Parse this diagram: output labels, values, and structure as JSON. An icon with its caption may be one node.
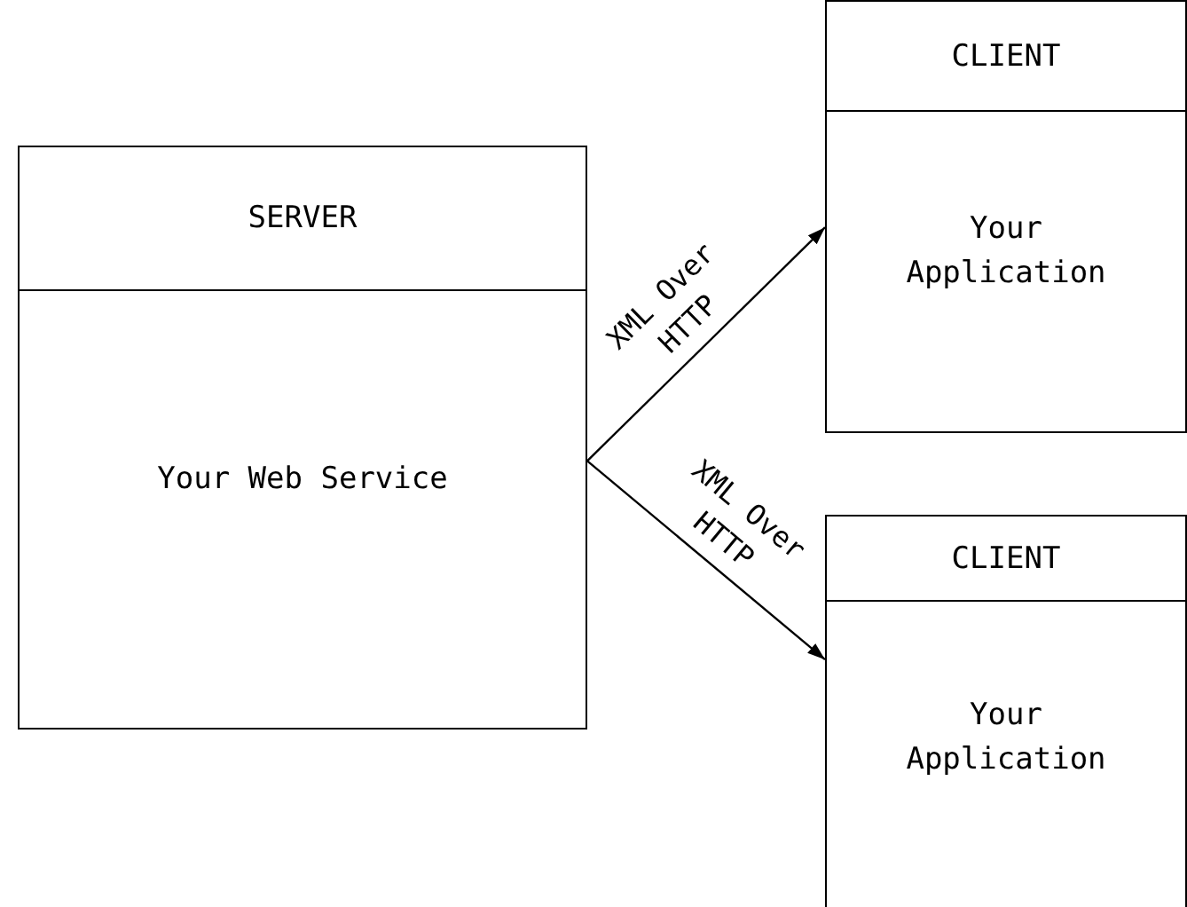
{
  "diagram": {
    "nodes": [
      {
        "text": [
          "SERVER",
          "Your Web Service"
        ]
      },
      {
        "text": [
          "CLIENT",
          "Your Application"
        ]
      },
      {
        "text": [
          "CLIENT",
          "Your Application"
        ]
      }
    ],
    "edges": [
      {
        "from": 0,
        "to": 1,
        "arrow": "to",
        "label": "XML Over HTTP"
      },
      {
        "from": 0,
        "to": 2,
        "arrow": "to",
        "label": "XML Over HTTP"
      }
    ]
  }
}
